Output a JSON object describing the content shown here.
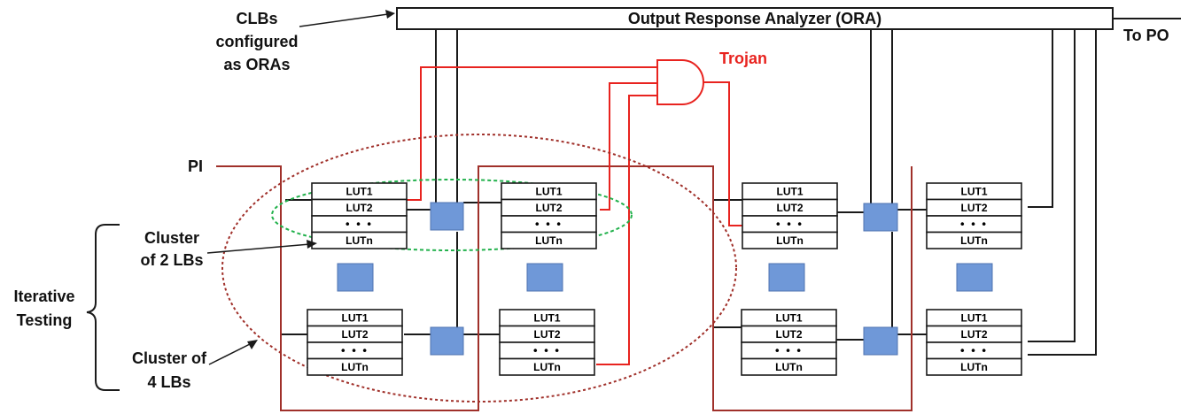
{
  "ora": {
    "label": "Output Response Analyzer (ORA)"
  },
  "outputs": {
    "to_po": "To PO"
  },
  "annotations": {
    "clb_line1": "CLBs",
    "clb_line2": "configured",
    "clb_line3": "as ORAs",
    "trojan": "Trojan",
    "pi": "PI",
    "cluster2_line1": "Cluster",
    "cluster2_line2": "of 2 LBs",
    "cluster4_line1": "Cluster of",
    "cluster4_line2": "4 LBs",
    "iterative_line1": "Iterative",
    "iterative_line2": "Testing"
  },
  "lb": {
    "rows": [
      "LUT1",
      "LUT2",
      "• • •",
      "LUTn"
    ]
  },
  "colors": {
    "line": "#1a1a1a",
    "trojan": "#e8231f",
    "boundary": "#a0302a",
    "switch_fill": "#6f98d8",
    "switch_stroke": "#4f73b0",
    "cluster2_ellipse": "#22b14c",
    "cluster4_ellipse": "#a0302a"
  }
}
